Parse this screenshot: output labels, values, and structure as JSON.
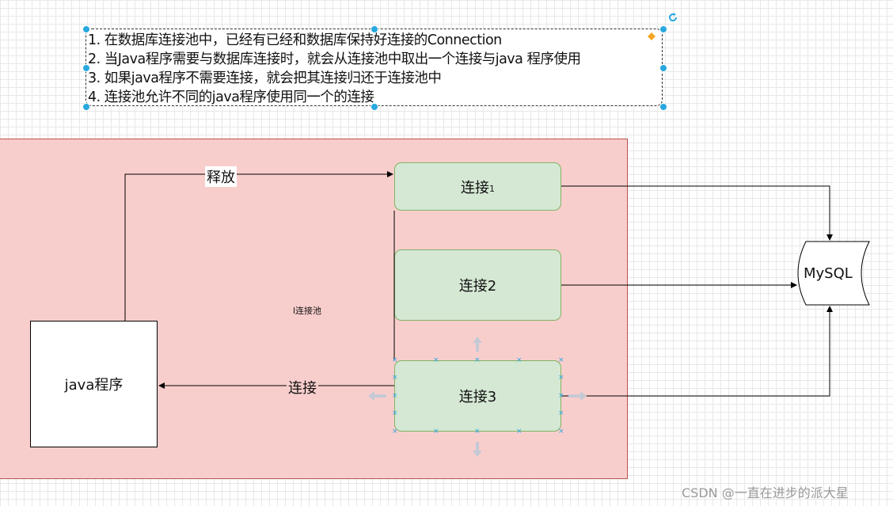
{
  "note": {
    "lines": [
      "1. 在数据库连接池中，已经有已经和数据库保持好连接的Connection",
      "2. 当Java程序需要与数据库连接时，就会从连接池中取出一个连接与java 程序使用",
      "3. 如果java程序不需要连接，就会把其连接归还于连接池中",
      "4. 连接池允许不同的java程序使用同一个的连接"
    ]
  },
  "pool": {
    "label": "l连接池"
  },
  "connections": [
    {
      "label": "连接",
      "sub": "1"
    },
    {
      "label": "连接2"
    },
    {
      "label": "连接3"
    }
  ],
  "java_box": {
    "label": "java程序"
  },
  "database": {
    "label": "MySQL"
  },
  "edges": {
    "release_label": "释放",
    "connect_label": "连接"
  },
  "watermark": "CSDN @一直在进步的派大星",
  "colors": {
    "pool_fill": "#f8cecc",
    "conn_fill": "#d5e8d4",
    "selection": "#29a8e0"
  }
}
